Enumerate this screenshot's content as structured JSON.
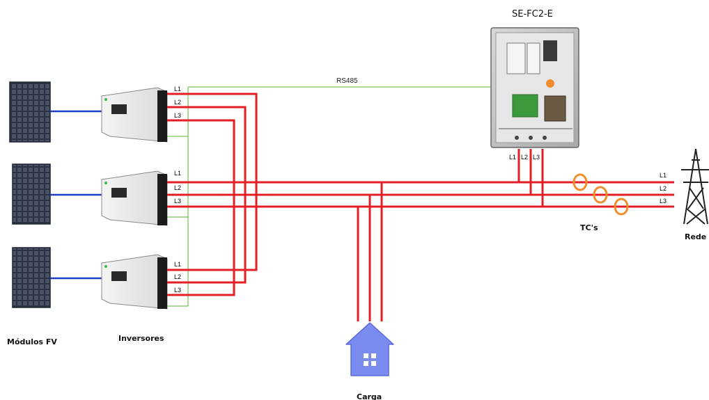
{
  "panels": {
    "label": "Módulos FV"
  },
  "inverters": {
    "label": "Inversores",
    "phase_labels": [
      "L1",
      "L2",
      "L3"
    ]
  },
  "controller": {
    "title": "SE-FC2-E",
    "terminal_labels": [
      "L1",
      "L2",
      "L3"
    ]
  },
  "link": {
    "label": "RS485"
  },
  "grid": {
    "label": "Rede",
    "phase_labels": [
      "L1",
      "L2",
      "L3"
    ]
  },
  "sensors": {
    "label": "TC's"
  },
  "load": {
    "label": "Carga"
  },
  "colors": {
    "power_line": "#e31e24",
    "dc_line": "#1f3fbf",
    "comm_line": "#8fcf6e",
    "sensor": "#f08c2a",
    "house": "#7b8cf0"
  }
}
